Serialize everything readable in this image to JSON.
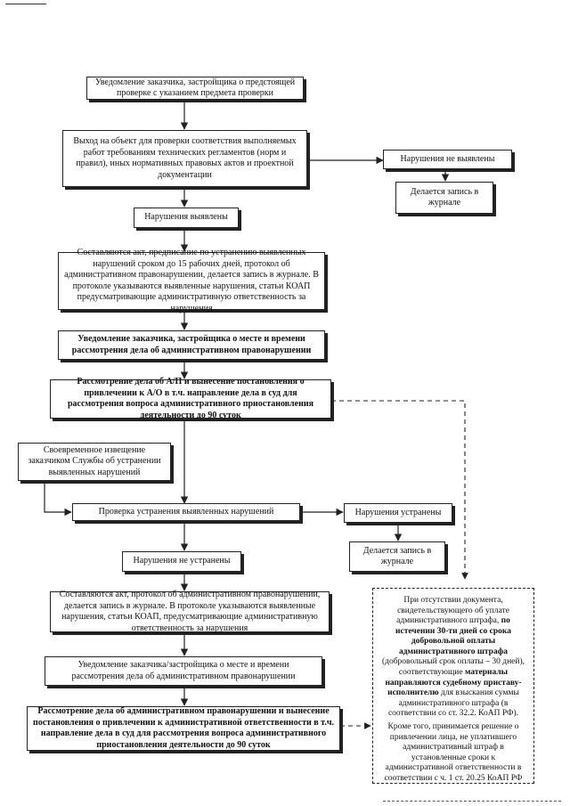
{
  "boxes": {
    "notify_inspection": "Уведомление заказчика, застройщика о предстоящей проверке с указанием предмета проверки",
    "site_visit": "Выход на объект для проверки соответствия выполняемых работ требованиям технических регламентов (норм и правил), иных нормативных правовых актов и проектной документации",
    "not_found": "Нарушения не выявлены",
    "journal_entry_1": "Делается запись в журнале",
    "violations_found": "Нарушения выявлены",
    "act_drawn": "Составляются акт, предписание по устранению выявленных нарушений сроком до 15 рабочих дней, протокол об административном правонарушении, делается запись в журнале. В протоколе указываются выявленные нарушения, статьи КОАП предусматривающие административную ответственность за нарушения",
    "notify_hearing_1": "Уведомление заказчика, застройщика о месте и времени рассмотрения дела об административном правонарушении",
    "hearing_1": "Рассмотрение дела об А/П и вынесение постановления о привлечении к А/О в т.ч. направление дела в суд для рассмотрения вопроса административного приостановления деятельности до 90 суток",
    "timely_notice": "Своевременное извещение заказчиком Службы об устранении выявленных нарушений",
    "check_elimination": "Проверка устранения выявленных нарушений",
    "eliminated": "Нарушения устранены",
    "journal_entry_2": "Делается запись в журнале",
    "not_eliminated": "Нарушения не устранены",
    "act_protocol": "Составляются акт, протокол об административном правонарушении, делается запись в журнале. В протоколе указываются выявленные нарушения, статьи КОАП, предусматривающие административную ответственность за нарушения",
    "notify_hearing_2": "Уведомление заказчика/застройщика о месте и времени рассмотрения дела об административном правонарушении",
    "hearing_2": "Рассмотрение дела об административном правонарушении и вынесение постановления о привлечении к административной ответственности в т.ч. направление дела в суд для рассмотрения вопроса административного приостановления деятельности до 90 суток"
  },
  "fine_note": {
    "p1_a": "При отсутствии документа, свидетельствующего об уплате административного штрафа, ",
    "p1_b": "по истечении 30-ти дней со срока добровольной оплаты административного штрафа",
    "p1_c": " (добровольный срок оплаты – 30 дней), соответствующие ",
    "p1_d": "материалы направляются судебному приставу-исполнителю",
    "p1_e": " для взыскания суммы административного штрафа (в соответствии со ст. 32.2. КоАП РФ).",
    "p2": "Кроме того, принимается решение о привлечении лица, не уплатившего административный штраф в установленные сроки к административной ответственности в соответствии с ч. 1 ст. 20.25 КоАП РФ"
  }
}
